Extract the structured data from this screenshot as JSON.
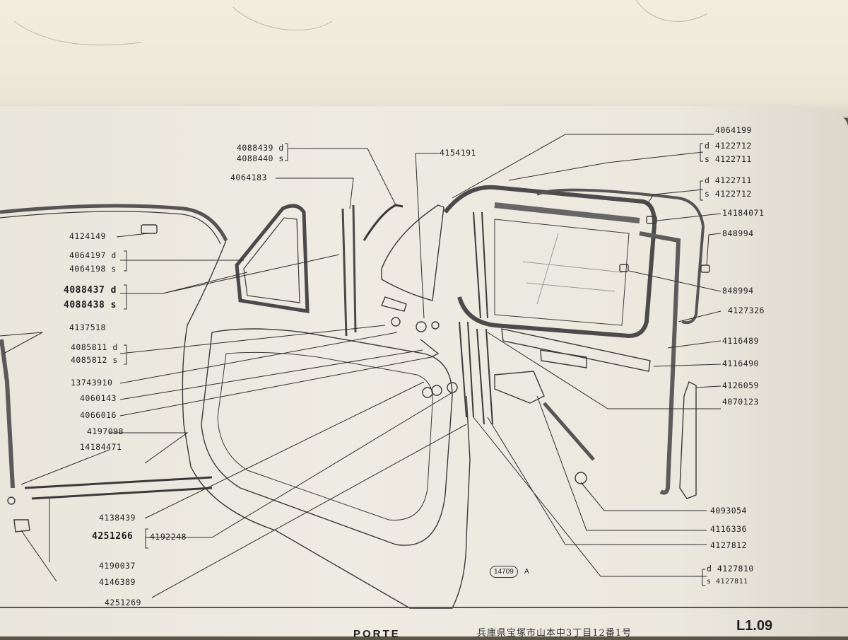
{
  "labels": {
    "p4088439": "4088439 d",
    "p4088440": "4088440 s",
    "p4064183": "4064183",
    "p4124149": "4124149",
    "p4064197": "4064197 d",
    "p4064198": "4064198 s",
    "p4088437": "4088437 d",
    "p4088438": "4088438 s",
    "p4137518": "4137518",
    "p4085811": "4085811 d",
    "p4085812": "4085812 s",
    "p13743910": "13743910",
    "p4060143": "4060143",
    "p4066016": "4066016",
    "p4197098": "4197098",
    "p14184471": "14184471",
    "p4138439": "4138439",
    "p4251266": "4251266",
    "p4192248": "4192248",
    "p4190037": "4190037",
    "p4146389": "4146389",
    "p4251269": "4251269",
    "p4154191": "4154191",
    "p4064199": "4064199",
    "p4122712a": "d  4122712",
    "p4122711a": "s  4122711",
    "p4122711b": "d  4122711",
    "p4122712b": "s  4122712",
    "p14184071": "14184071",
    "p848994a": "848994",
    "p848994b": "848994",
    "p4127326": "4127326",
    "p4116489": "4116489",
    "p4116490": "4116490",
    "p4126059": "4126059",
    "p4070123": "4070123",
    "p4093054": "4093054",
    "p4116336": "4116336",
    "p4127812": "4127812",
    "p4127810": "d 4127810",
    "p4127811": "s 4127811"
  },
  "figure_ref": "14709",
  "figure_suffix": "A",
  "footer": {
    "section_title": "PORTE",
    "stamp": "兵庫県宝塚市山本中3丁目12番1号",
    "page_code": "L1.09"
  }
}
